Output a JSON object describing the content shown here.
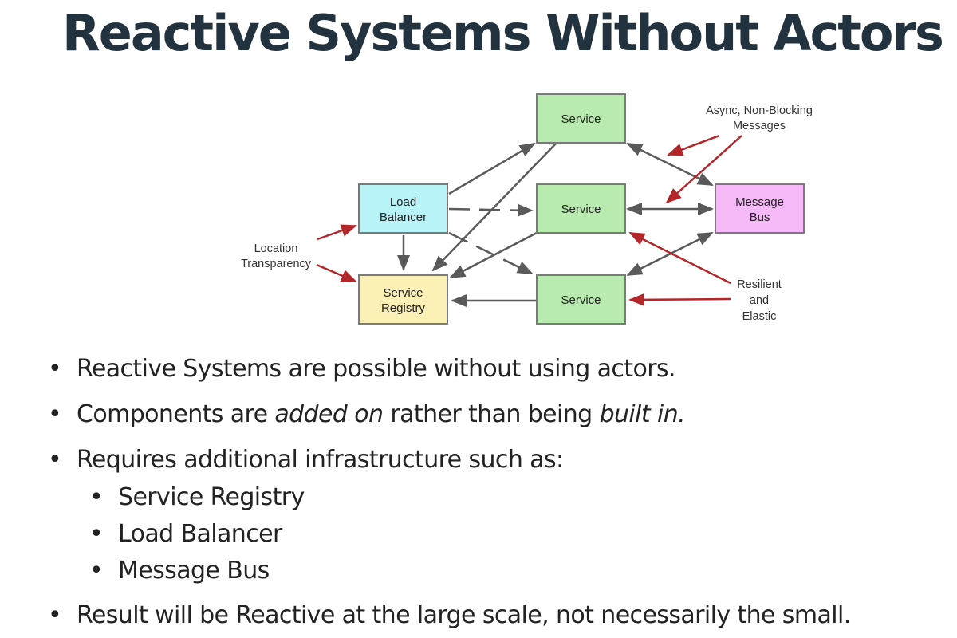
{
  "title": "Reactive Systems Without Actors",
  "diagram": {
    "boxes": {
      "service_top": "Service",
      "service_mid": "Service",
      "service_bot": "Service",
      "load_balancer": [
        "Load",
        "Balancer"
      ],
      "service_registry": [
        "Service",
        "Registry"
      ],
      "message_bus": [
        "Message",
        "Bus"
      ]
    },
    "annotations": {
      "location_transparency": [
        "Location",
        "Transparency"
      ],
      "async_messages": [
        "Async, Non-Blocking",
        "Messages"
      ],
      "resilient_elastic": [
        "Resilient",
        "and",
        "Elastic"
      ]
    },
    "colors": {
      "service": "#b9ebb0",
      "load_balancer": "#b8f3f8",
      "service_registry": "#fbf0b6",
      "message_bus": "#f4b9f6",
      "gray_arrow": "#5a5a5a",
      "red_arrow": "#b3262a"
    }
  },
  "bullets": {
    "b1": "Reactive Systems are possible without using actors.",
    "b2": {
      "part1": "Components are ",
      "em1": "added on",
      "part2": " rather than being ",
      "em2": "built in."
    },
    "b3": "Requires additional infrastructure such as:",
    "sub": [
      "Service Registry",
      "Load Balancer",
      "Message Bus"
    ],
    "b4": "Result will be Reactive at the large scale, not necessarily the small."
  }
}
